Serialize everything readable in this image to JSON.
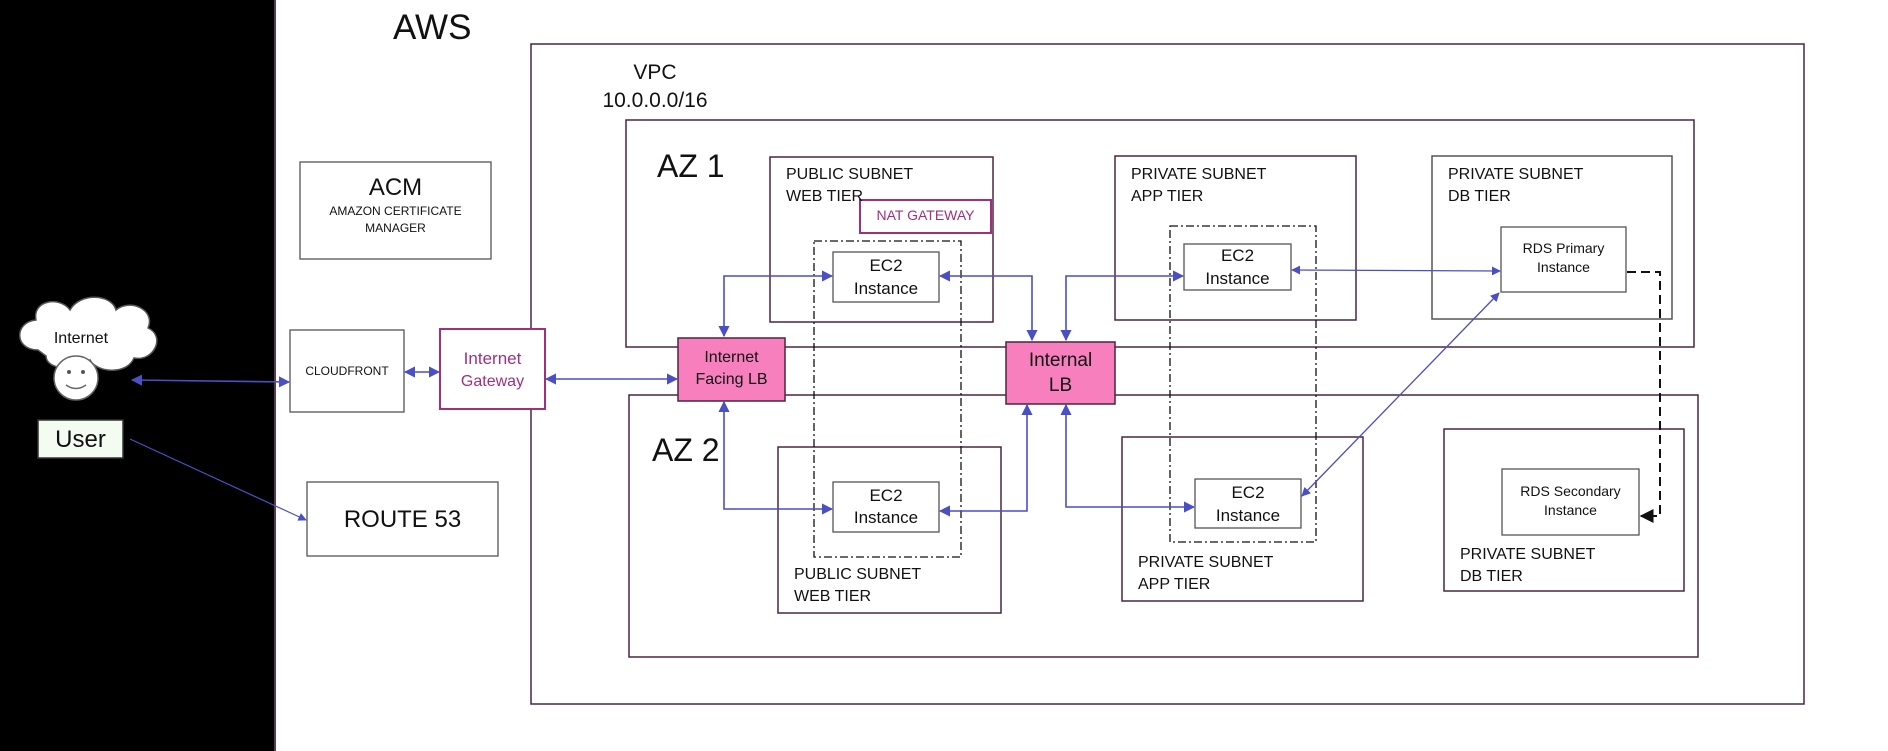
{
  "aws": "AWS",
  "vpc": {
    "title": "VPC",
    "cidr": "10.0.0.0/16"
  },
  "az1": "AZ 1",
  "az2": "AZ 2",
  "acm": {
    "title": "ACM",
    "subtitle_1": "AMAZON CERTIFICATE",
    "subtitle_2": "MANAGER"
  },
  "cloudfront": "CLOUDFRONT",
  "internet_gateway": {
    "line1": "Internet",
    "line2": "Gateway"
  },
  "route53": "ROUTE 53",
  "internet": "Internet",
  "user": "User",
  "public_subnet_1": {
    "line1": "PUBLIC SUBNET",
    "line2": "WEB TIER"
  },
  "nat_gateway": "NAT GATEWAY",
  "private_app_1": {
    "line1": "PRIVATE SUBNET",
    "line2": "APP TIER"
  },
  "private_db_1": {
    "line1": "PRIVATE SUBNET",
    "line2": "DB TIER"
  },
  "public_subnet_2": {
    "line1": "PUBLIC SUBNET",
    "line2": "WEB TIER"
  },
  "private_app_2": {
    "line1": "PRIVATE SUBNET",
    "line2": "APP TIER"
  },
  "private_db_2": {
    "line1": "PRIVATE SUBNET",
    "line2": "DB TIER"
  },
  "ec2": {
    "line1": "EC2",
    "line2": "Instance"
  },
  "internet_facing_lb": {
    "line1": "Internet",
    "line2": "Facing LB"
  },
  "internal_lb": {
    "line1": "Internal",
    "line2": "LB"
  },
  "rds_primary": {
    "line1": "RDS Primary",
    "line2": "Instance"
  },
  "rds_secondary": {
    "line1": "RDS Secondary",
    "line2": "Instance"
  },
  "colors": {
    "line": "#4a4fc4",
    "pink": "#f77fbe",
    "magenta": "#a0307f",
    "border": "#4a2740"
  }
}
